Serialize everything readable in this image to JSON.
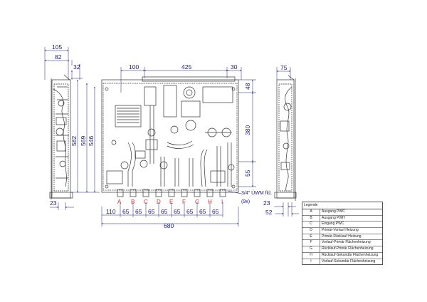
{
  "dims": {
    "left_top": [
      "105",
      "82",
      "32"
    ],
    "left_side": [
      "582",
      "569",
      "546"
    ],
    "left_bottom": [
      "23"
    ],
    "main_top": [
      "100",
      "425",
      "30"
    ],
    "main_right": [
      "48",
      "380",
      "55"
    ],
    "main_bottom_parts": [
      "110",
      "65",
      "65",
      "65",
      "65",
      "65",
      "65",
      "65",
      "65"
    ],
    "main_total": "680",
    "right_top": [
      "75"
    ],
    "right_bottom": [
      "23",
      "52"
    ]
  },
  "connection_letters": [
    "A",
    "B",
    "C",
    "D",
    "E",
    "F",
    "G",
    "H",
    "I"
  ],
  "flange_note": {
    "line1": "3/4\" ÜWM fld.",
    "line2": "(9x)"
  },
  "legend": {
    "title": "Legende",
    "rows": [
      {
        "key": "A",
        "desc": "Ausgang PWC"
      },
      {
        "key": "B",
        "desc": "Ausgang PWH"
      },
      {
        "key": "C",
        "desc": "Eingang PWC"
      },
      {
        "key": "D",
        "desc": "Primär-Vorlauf Heizung"
      },
      {
        "key": "E",
        "desc": "Primär-Rücklauf Heizung"
      },
      {
        "key": "F",
        "desc": "Vorlauf-Primär Flächenheizung"
      },
      {
        "key": "G",
        "desc": "Rücklauf-Primär Flächenheizung"
      },
      {
        "key": "H",
        "desc": "Rücklauf-Sekundär Flächenheizung"
      },
      {
        "key": "I",
        "desc": "Vorlauf-Sekundär Flächenheizung"
      }
    ]
  },
  "colors": {
    "dimension": "#1a1a7a",
    "drawing": "#333333",
    "letters": "#c0392b"
  }
}
